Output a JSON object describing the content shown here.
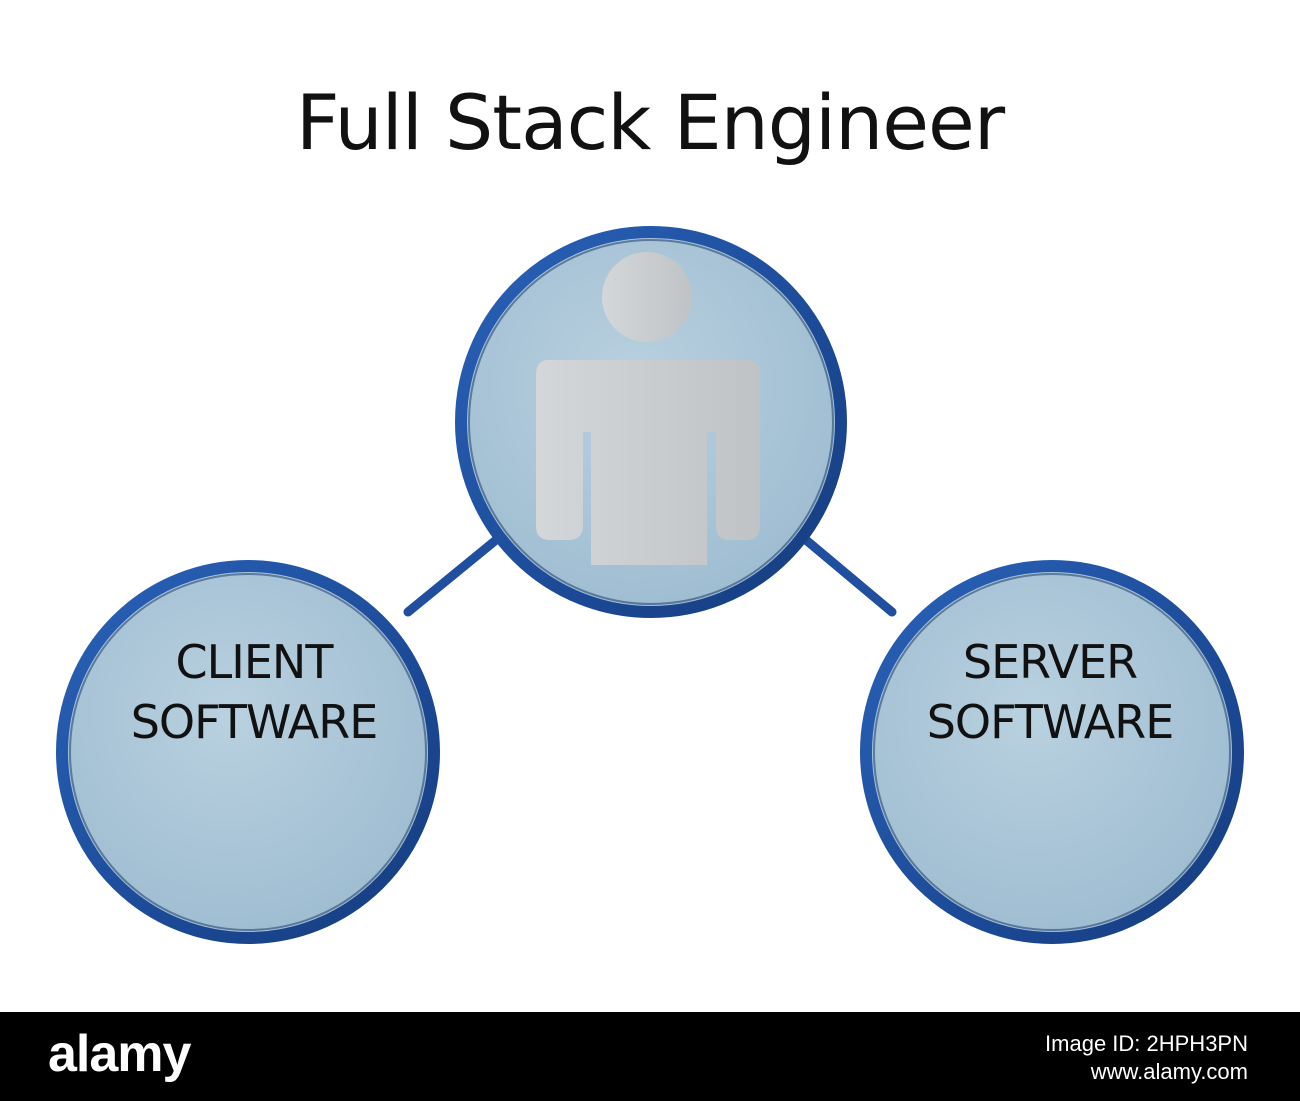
{
  "diagram": {
    "title": "Full Stack Engineer",
    "center_node": {
      "icon": "person-icon"
    },
    "client_node": {
      "line1": "CLIENT",
      "line2": "SOFTWARE"
    },
    "server_node": {
      "line1": "SERVER",
      "line2": "SOFTWARE"
    },
    "colors": {
      "ring": "#1f4f9e",
      "ring_dark": "#123a7a",
      "disc_fill": "#a7c3d6",
      "connector": "#1f4f9e",
      "person": "#c9cdd0"
    }
  },
  "footer": {
    "logo": "alamy",
    "image_id_label": "Image ID: 2HPH3PN",
    "site": "www.alamy.com"
  }
}
